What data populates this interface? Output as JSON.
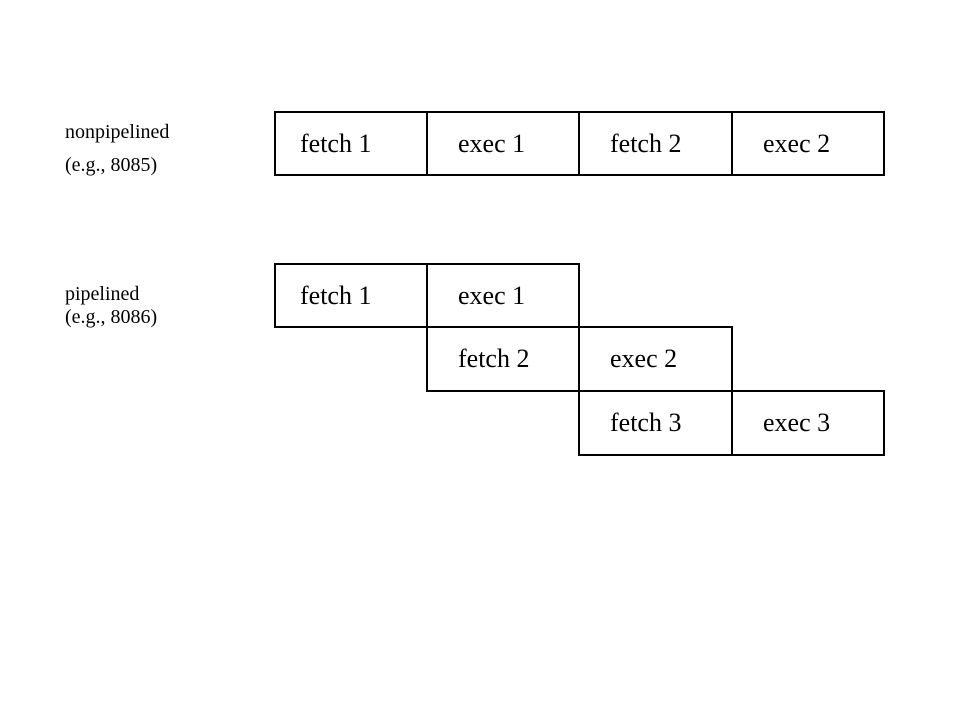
{
  "rows": {
    "nonpipelined": {
      "label": "nonpipelined",
      "example": "(e.g., 8085)",
      "cells": [
        "fetch 1",
        "exec 1",
        "fetch 2",
        "exec 2"
      ]
    },
    "pipelined": {
      "label": "pipelined",
      "example": "(e.g., 8086)",
      "stages": [
        [
          "fetch 1",
          "exec 1"
        ],
        [
          "fetch 2",
          "exec 2"
        ],
        [
          "fetch 3",
          "exec 3"
        ]
      ]
    }
  }
}
